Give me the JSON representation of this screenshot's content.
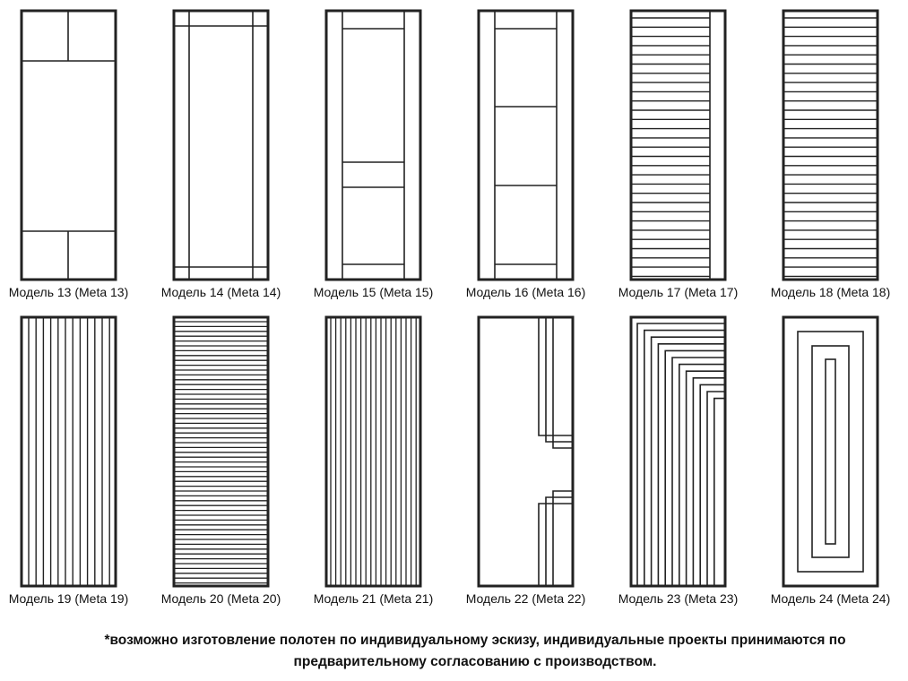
{
  "models": [
    {
      "caption": "Модель 13 (Meta 13)",
      "pattern": "grid-corner-panels"
    },
    {
      "caption": "Модель 14 (Meta 14)",
      "pattern": "frame-lines"
    },
    {
      "caption": "Модель 15 (Meta 15)",
      "pattern": "three-panels"
    },
    {
      "caption": "Модель 16 (Meta 16)",
      "pattern": "three-equal-panels"
    },
    {
      "caption": "Модель 17 (Meta 17)",
      "pattern": "horizontal-slats-side-rail"
    },
    {
      "caption": "Модель 18 (Meta 18)",
      "pattern": "horizontal-slats"
    },
    {
      "caption": "Модель 19 (Meta 19)",
      "pattern": "vertical-slats"
    },
    {
      "caption": "Модель 20 (Meta 20)",
      "pattern": "dense-horizontal-slats"
    },
    {
      "caption": "Модель 21 (Meta 21)",
      "pattern": "dense-vertical-slats"
    },
    {
      "caption": "Модель 22 (Meta 22)",
      "pattern": "offset-channels"
    },
    {
      "caption": "Модель 23 (Meta 23)",
      "pattern": "corner-steps"
    },
    {
      "caption": "Модель 24 (Meta 24)",
      "pattern": "nested-rectangles"
    }
  ],
  "note": {
    "line1": "*возможно изготовление полотен по индивидуальному эскизу, индивидуальные проекты принимаются по",
    "line2": "предварительному согласованию с производством."
  },
  "colors": {
    "stroke": "#222222",
    "background": "#ffffff"
  }
}
